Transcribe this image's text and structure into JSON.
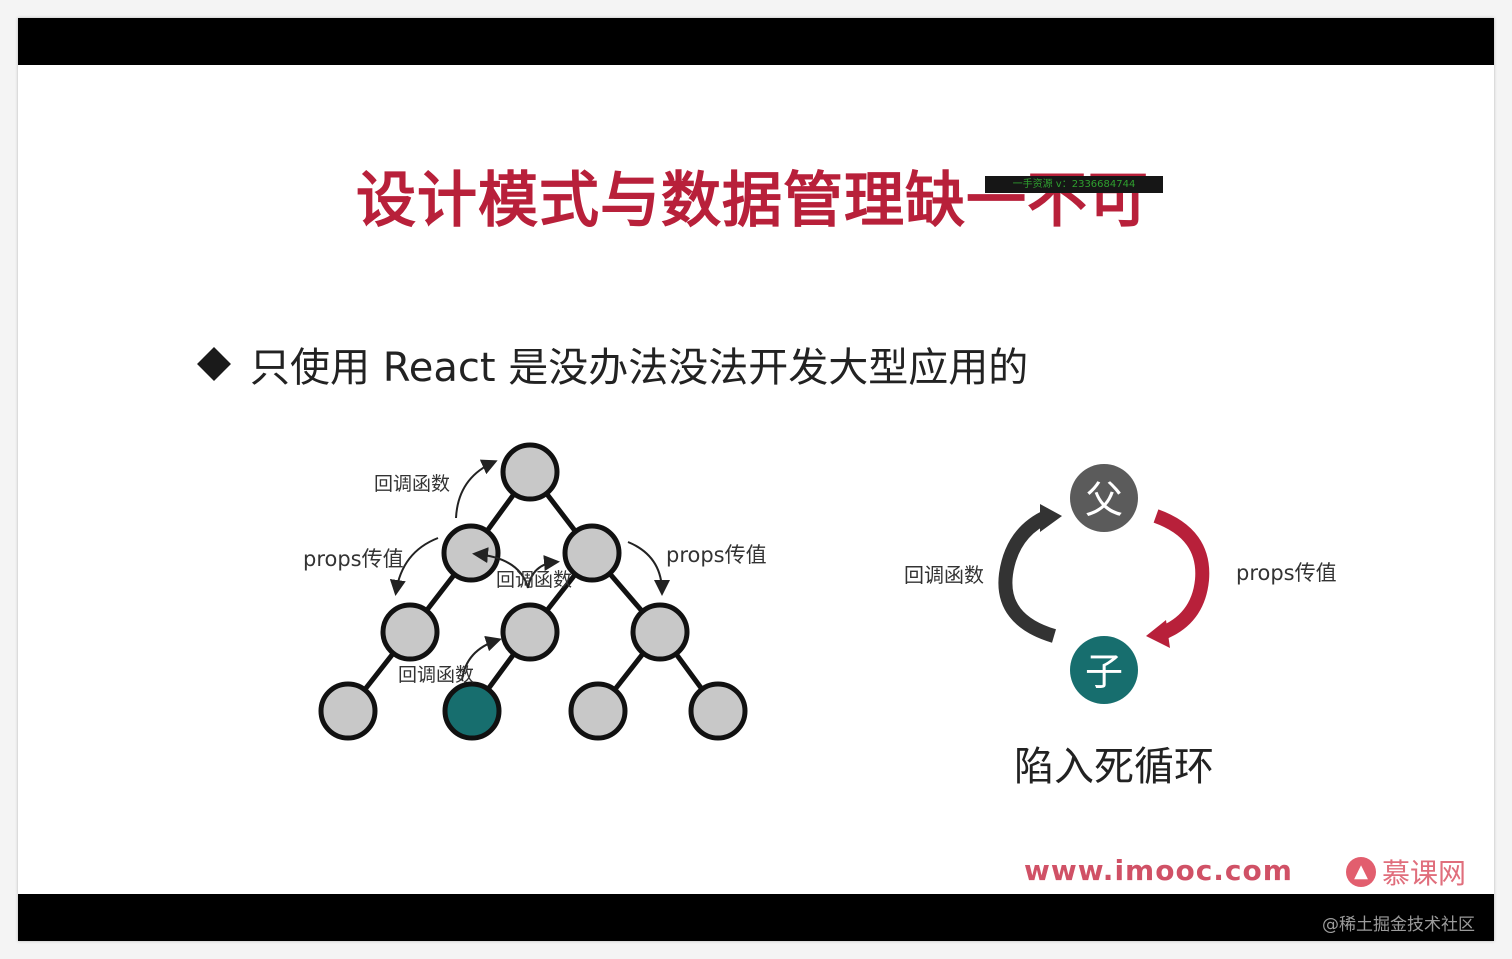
{
  "slide": {
    "title": "设计模式与数据管理缺一不可",
    "overlay_tag": "一手资源 v：2336684744",
    "bullet": "只使用 React 是没办法没法开发大型应用的"
  },
  "tree_diagram": {
    "labels": {
      "callback_top": "回调函数",
      "props_left": "props传值",
      "props_right": "props传值",
      "callback_middle": "回调函数",
      "callback_bottom": "回调函数"
    },
    "highlight_color": "#176e6e",
    "node_color": "#c8c8c8"
  },
  "cycle_diagram": {
    "parent_label": "父",
    "child_label": "子",
    "callback_label": "回调函数",
    "props_label": "props传值",
    "caption": "陷入死循环",
    "parent_color": "#5b5b5b",
    "child_color": "#176e6e",
    "props_arrow_color": "#b8203a",
    "callback_arrow_color": "#333333"
  },
  "footer": {
    "url": "www.imooc.com",
    "brand": "慕课网",
    "brand_icon": "flame-icon"
  },
  "watermark": "@稀土掘金技术社区"
}
